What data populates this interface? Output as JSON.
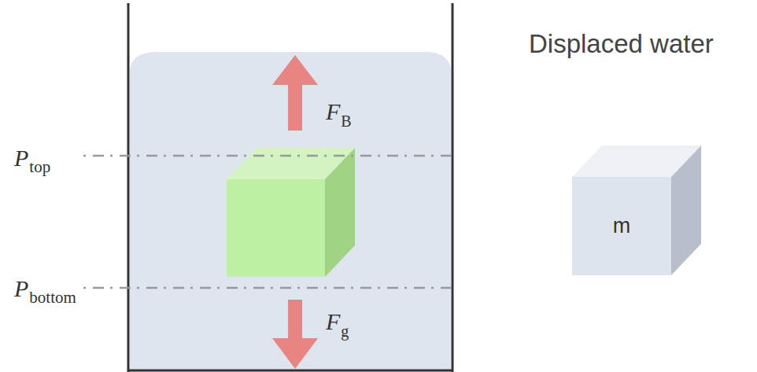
{
  "diagram": {
    "nodes": [
      {
        "text": [
          "Displaced water",
          "m"
        ]
      }
    ],
    "labels": [
      "F",
      "B",
      "P",
      "top",
      "P",
      "bottom",
      "F",
      "g"
    ]
  }
}
